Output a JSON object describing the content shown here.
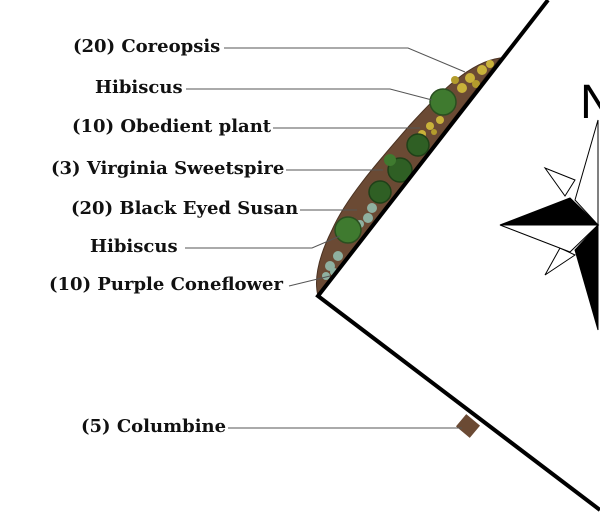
{
  "compass": {
    "north_letter": "N"
  },
  "plants": [
    {
      "label": "(20) Coreopsis"
    },
    {
      "label": "Hibiscus"
    },
    {
      "label": "(10) Obedient plant"
    },
    {
      "label": "(3) Virginia Sweetspire"
    },
    {
      "label": "(20) Black Eyed Susan"
    },
    {
      "label": "Hibiscus"
    },
    {
      "label": "(10) Purple Coneflower"
    },
    {
      "label": "(5) Columbine"
    }
  ],
  "colors": {
    "house_outline": "#000000",
    "mulch_bed": "#6b4a34",
    "shrub_green": "#3f7a2f",
    "dark_shrub_green": "#2f5f24",
    "flower_yellow": "#c9b23a",
    "gray_green_plant": "#8fb0a0",
    "leader_line": "#555555"
  }
}
